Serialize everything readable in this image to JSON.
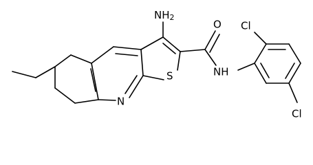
{
  "molecule": {
    "labels": {
      "amino": "NH",
      "amino_sub": "2",
      "carbonyl_oxygen": "O",
      "amide_nh": "NH",
      "ring_nitrogen": "N",
      "ring_sulfur": "S",
      "chloro_top": "Cl",
      "chloro_bottom": "Cl"
    }
  }
}
